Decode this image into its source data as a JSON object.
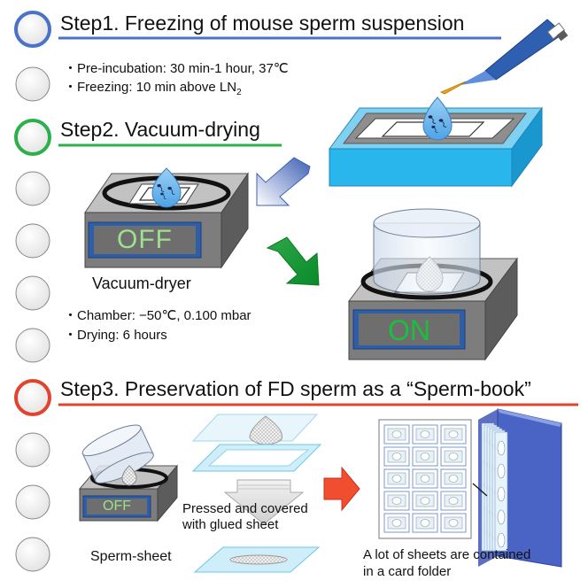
{
  "steps": [
    {
      "title": "Step1. Freezing of mouse sperm suspension",
      "color": "#4a72c8",
      "bullets": [
        "・Pre-incubation: 30 min-1 hour, 37℃",
        "・Freezing: 10 min above LN"
      ],
      "subscript": "2"
    },
    {
      "title": "Step2. Vacuum-drying",
      "color": "#2db04b",
      "device_off": "OFF",
      "device_on": "ON",
      "device_label": "Vacuum-dryer",
      "bullets": [
        "・Chamber:  −50℃, 0.100 mbar",
        "・Drying: 6 hours"
      ]
    },
    {
      "title": "Step3. Preservation of FD sperm as a “Sperm-book”",
      "color": "#e0442e",
      "device_off": "OFF",
      "pressed_text": [
        "Pressed and covered",
        "with glued sheet"
      ],
      "sheet_label": "Sperm-sheet",
      "folder_text": [
        "A lot of sheets are contained",
        "in a card folder"
      ]
    }
  ],
  "margin_circles": {
    "count": 11,
    "colors": [
      "#4a72c8",
      "gray",
      "#2db04b",
      "gray",
      "gray",
      "gray",
      "gray",
      "#e0442e",
      "gray",
      "gray",
      "gray"
    ]
  }
}
